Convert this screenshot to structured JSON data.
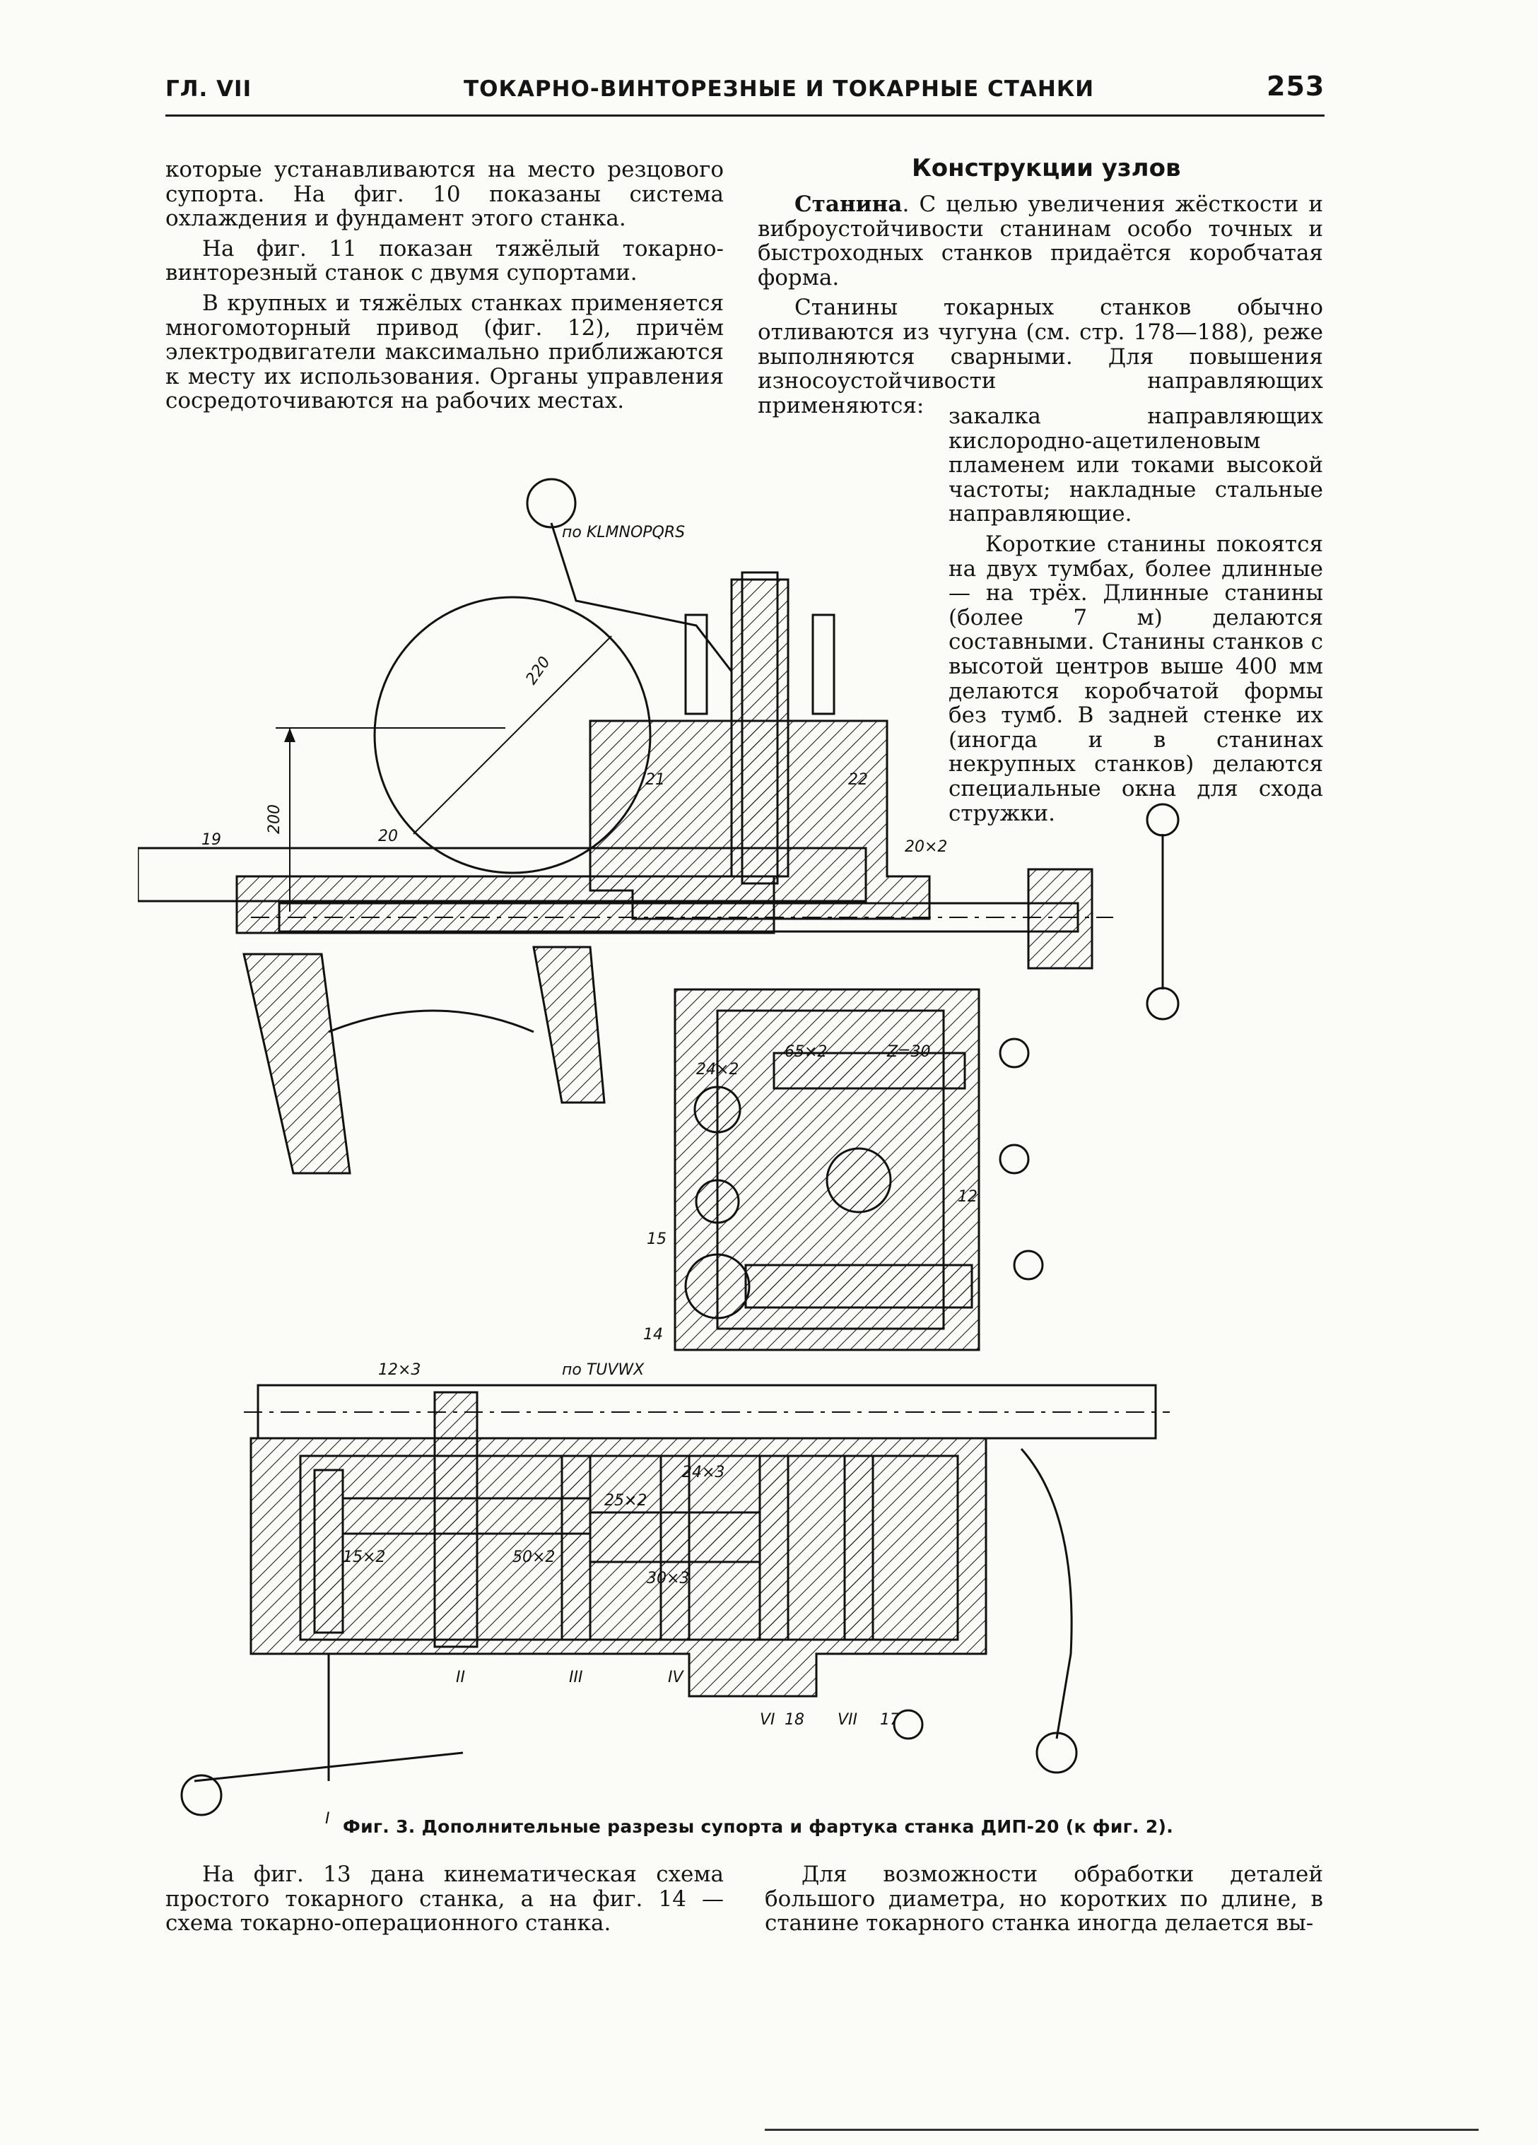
{
  "header": {
    "chapter": "ГЛ. VII",
    "title": "ТОКАРНО-ВИНТОРЕЗНЫЕ И ТОКАРНЫЕ СТАНКИ",
    "page_number": "253"
  },
  "left_column": {
    "p1": "которые устанавливаются на место резцового супорта. На фиг. 10 показаны система охлаждения и фундамент этого станка.",
    "p2": "На фиг. 11 показан тяжёлый токарно-винторезный станок с двумя супортами.",
    "p3": "В крупных и тяжёлых станках применяется многомоторный привод (фиг. 12), причём электродвигатели максимально приближаются к месту их использования. Органы управления сосредоточиваются на рабочих местах."
  },
  "right_column": {
    "heading": "Конструкции узлов",
    "p1_lead": "Станина",
    "p1_rest": ". С целью увеличения жёсткости и виброустойчивости станинам особо точных и быстроходных станков придаётся коробчатая форма.",
    "p2": "Станины токарных станков обычно отливаются из чугуна (см. стр. 178—188), реже выполняются сварными. Для повышения износоустойчивости направляющих применяются:",
    "p2_cont": "закалка направляющих кислородно-ацетиленовым пламенем или токами высокой частоты; накладные стальные направляющие.",
    "p3": "Короткие станины покоятся на двух тумбах, более длинные — на трёх. Длинные станины (более 7 м) делаются составными. Станины станков с высотой центров выше 400 мм делаются коробчатой формы без тумб. В задней стенке их (иногда и в станинах некрупных станков) делаются специальные окна для схода стружки."
  },
  "figure": {
    "section_top": "по KLMNOPQRS",
    "section_bottom": "по TUVWX",
    "dim_220": "220",
    "dim_200": "200",
    "labels": {
      "n19": "19",
      "n20": "20",
      "n21": "21",
      "n22": "22",
      "n20x2": "20×2",
      "n24x2_a": "24×2",
      "n65x2": "65×2",
      "z30": "Z=30",
      "n12": "12",
      "n15": "15",
      "n14": "14",
      "n12x3": "12×3",
      "n15x2": "15×2",
      "n50x2": "50×2",
      "n25x2": "25×2",
      "n24x3": "24×3",
      "n30x3": "30×3",
      "r1": "I",
      "r2": "II",
      "r3": "III",
      "r4": "IV",
      "r6": "VI",
      "n18": "18",
      "r7": "VII",
      "n17": "17"
    },
    "caption": "Фиг. 3. Дополнительные разрезы супорта и фартука станка ДИП-20 (к фиг. 2)."
  },
  "bottom": {
    "left": "На фиг. 13 дана кинематическая схема простого токарного станка, а на фиг. 14 — схема токарно-операционного станка.",
    "right": "Для возможности обработки деталей большого диаметра, но коротких по длине, в станине токарного станка иногда делается вы-"
  }
}
